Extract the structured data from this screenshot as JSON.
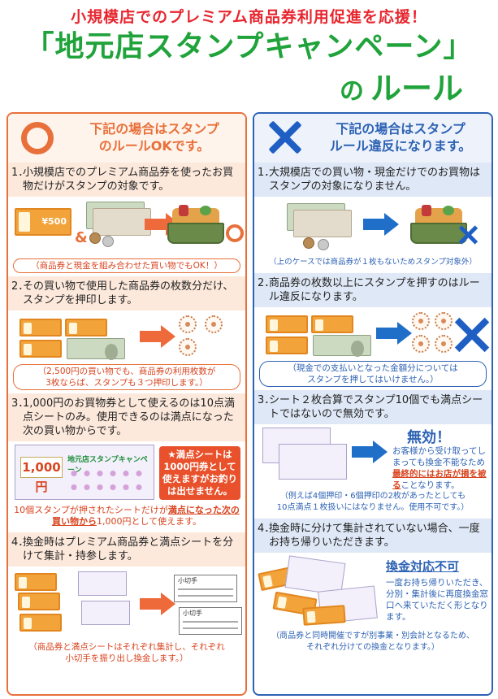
{
  "header": {
    "subtitle": "小規模店でのプレミアム商品券利用促進を応援！",
    "title": "「地元店スタンプキャンペーン」",
    "rule_no": "の",
    "rule": "ルール"
  },
  "ok": {
    "title_line1": "下記の場合はスタンプ",
    "title_line2": "のルールOKです。",
    "step1": {
      "num": "1．",
      "text": "小規模店でのプレミアム商品券を使ったお買物だけがスタンプの対象です。",
      "amp": "&",
      "note": "（商品券と現金を組み合わせた買い物でもOK！）"
    },
    "step2": {
      "num": "2．",
      "text": "その買い物で使用した商品券の枚数分だけ、スタンプを押印します。",
      "note_line1": "（2,500円の買い物でも、商品券の利用枚数が",
      "note_line2": "3枚ならば、スタンプも３つ押印します。）"
    },
    "step3": {
      "num": "3．",
      "text": "1,000円のお買物券として使えるのは10点満点シートのみ。使用できるのは満点になった次の買い物からです。",
      "sheet_value": "1,000円",
      "sheet_title": "地元店スタンプキャンペーン",
      "callout": "★満点シートは1000円券として使えますがお釣りは出せません。",
      "note_part1": "10個スタンプが押されたシートだけが",
      "note_em": "満点になった次の買い物から",
      "note_part2": "1,000円として使えます。"
    },
    "step4": {
      "num": "4．",
      "text": "換金時はプレミアム商品券と満点シートを分けて集計・持参します。",
      "check_label": "小切手",
      "note_line1": "（商品券と満点シートはそれぞれ集計し、それぞれ",
      "note_line2": "小切手を振り出し換金します。）"
    }
  },
  "ng": {
    "title_line1": "下記の場合はスタンプ",
    "title_line2": "ルール違反になります。",
    "step1": {
      "num": "1．",
      "text": "大規模店での買い物・現金だけでのお買物はスタンプの対象になりません。",
      "note": "（上のケースでは商品券が１枚もないためスタンプ対象外）"
    },
    "step2": {
      "num": "2．",
      "text": "商品券の枚数以上にスタンプを押すのはルール違反になります。",
      "note_line1": "（現金での支払いとなった金額分については",
      "note_line2": "スタンプを押してはいけません。）"
    },
    "step3": {
      "num": "3．",
      "text": "シート２枚合算でスタンプ10個でも満点シートではないので無効です。",
      "muko": "無効！",
      "desc_part1": "お客様から受け取ってしまっても換金不能なため",
      "desc_em": "最終的にはお店が損を被る",
      "desc_part2": "ことなります。",
      "note_line1": "（例えば4個押印・6個押印の2枚があったとしても",
      "note_line2": "10点満点１枚扱いにはなりません。使用不可です。）"
    },
    "step4": {
      "num": "4．",
      "text": "換金時に分けて集計されていない場合、一度お持ち帰りいただきます。",
      "kankin": "換金対応不可",
      "desc": "一度お持ち帰りいただき、分別・集計後に再度換金窓口へ来ていただく形となります。",
      "note_line1": "（商品券と同時開催ですが別事業・別会計となるため、",
      "note_line2": "それぞれ分けての換金となります。）"
    }
  }
}
